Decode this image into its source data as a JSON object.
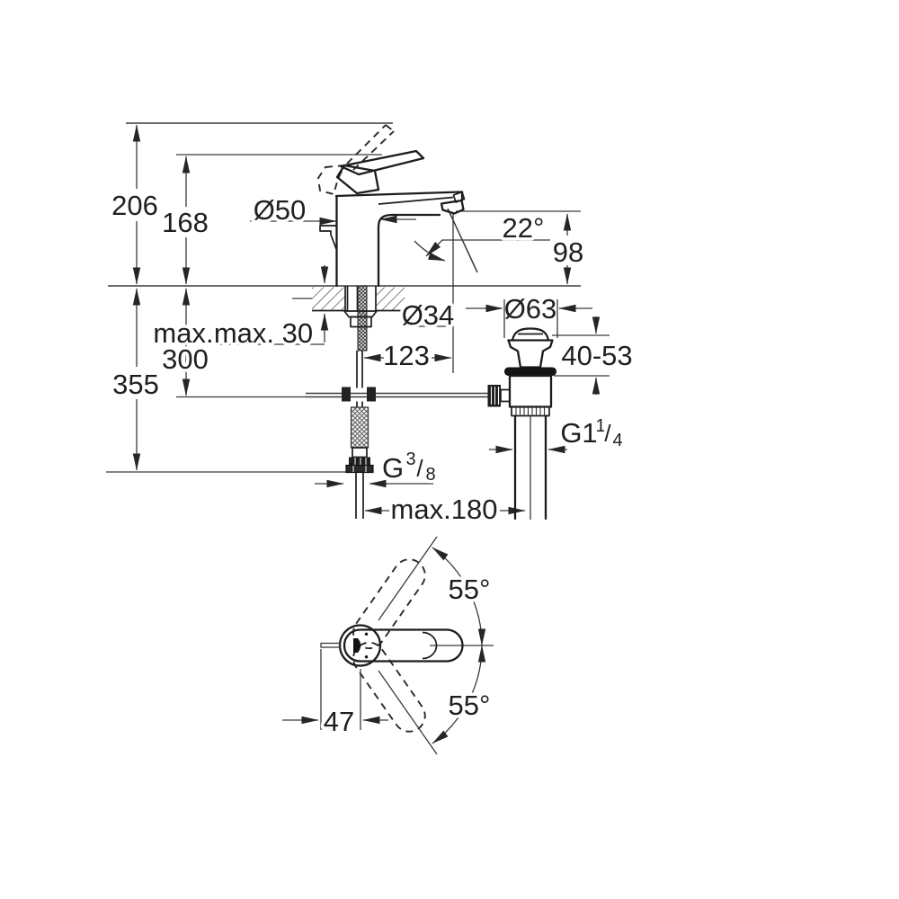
{
  "drawing": {
    "type": "faucet installation dimension drawing",
    "side_view": {
      "total_height": "206",
      "handle_height": "168",
      "base_diameter": "Ø50",
      "spout_angle": "22°",
      "spout_height": "98",
      "max_prefix": "max.",
      "hose_drop_max": "300",
      "deck_thickness_max": "max. 30",
      "install_depth": "355",
      "hole_diameter": "Ø34",
      "spout_reach": "123",
      "drain_flange_diameter": "Ø63",
      "drain_clamp_range": "40-53",
      "drain_thread": {
        "base": "G1",
        "num": "1",
        "slash": "/",
        "den": "4"
      },
      "supply_thread": {
        "base": "G",
        "num": "3",
        "slash": "/",
        "den": "8"
      },
      "center_distance": "max.180"
    },
    "top_view": {
      "swing_upper": "55°",
      "swing_lower": "55°",
      "spout_offset": "47"
    }
  }
}
